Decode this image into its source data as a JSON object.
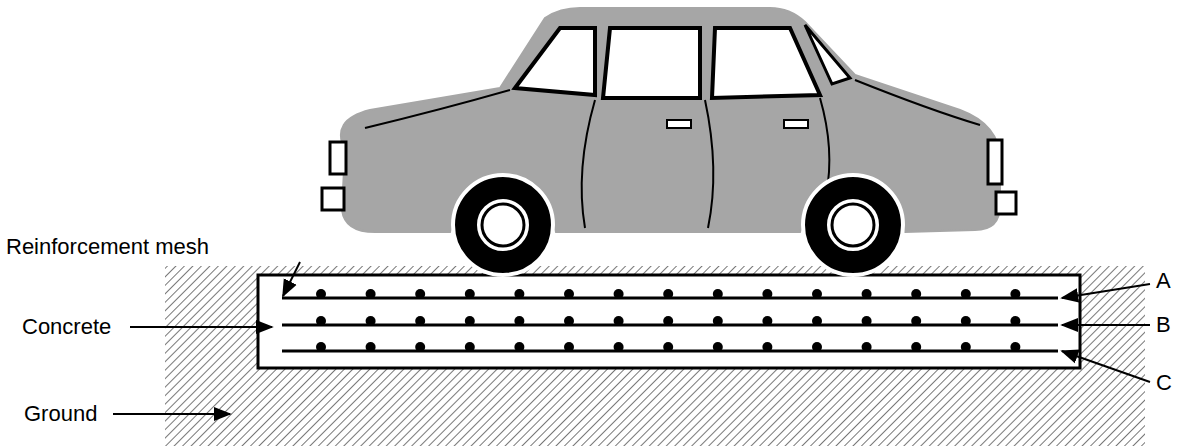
{
  "diagram": {
    "labels": [
      "Reinforcement mesh",
      "Concrete",
      "Ground",
      "A",
      "B",
      "C"
    ]
  }
}
